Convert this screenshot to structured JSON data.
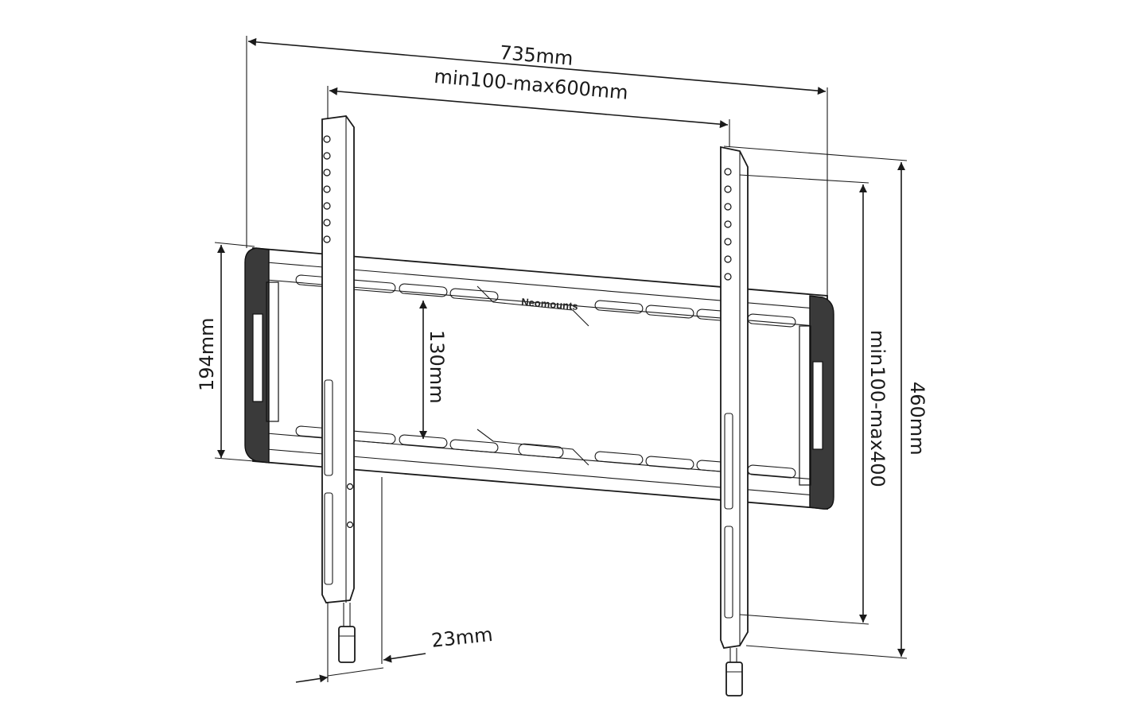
{
  "brand": "Neomounts",
  "dimensions": {
    "overall_width": "735mm",
    "vesa_horizontal": "min100-max600mm",
    "overall_height": "460mm",
    "vesa_vertical": "min100-max400",
    "wall_plate_height": "194mm",
    "slot_spacing": "130mm",
    "depth": "23mm"
  }
}
